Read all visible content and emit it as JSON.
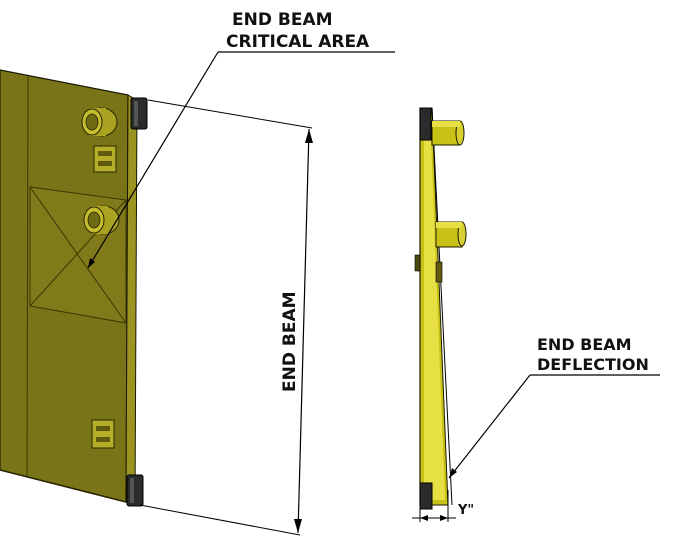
{
  "labels": {
    "critical_line1": "END BEAM",
    "critical_line2": "CRITICAL AREA",
    "end_beam": "END BEAM",
    "deflection_line1": "END BEAM",
    "deflection_line2": "DEFLECTION",
    "y_dim": "Y\""
  },
  "colors": {
    "panel": "#7a7418",
    "panel_dark": "#5f5a10",
    "panel_light": "#8c8520",
    "beam": "#c8c216",
    "beam_light": "#e6e045",
    "cap": "#2b2b2b",
    "line": "#000000"
  }
}
